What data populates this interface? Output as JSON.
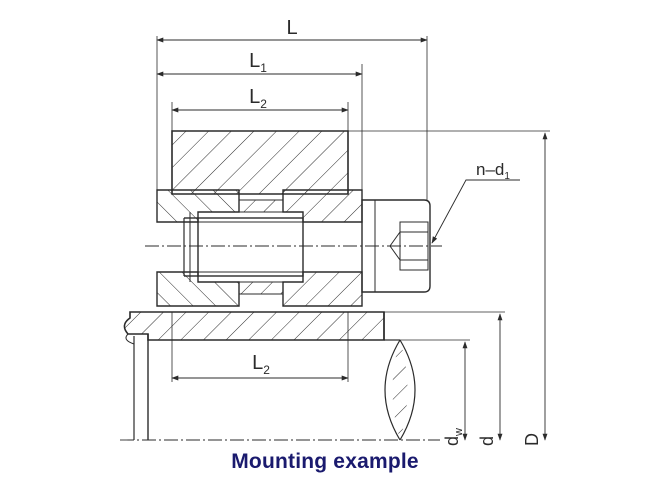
{
  "caption": "Mounting example",
  "labels": {
    "L": "L",
    "L1": {
      "main": "L",
      "sub": "1"
    },
    "L2_top": {
      "main": "L",
      "sub": "2"
    },
    "L2_bottom": {
      "main": "L",
      "sub": "2"
    },
    "n_d1": {
      "main": "n–d",
      "sub": "1"
    },
    "dw": {
      "main": "d",
      "sub": "w"
    },
    "d": "d",
    "D": "D"
  },
  "colors": {
    "line": "#2b2b2b",
    "caption": "#1a1a6e",
    "background": "#ffffff"
  }
}
